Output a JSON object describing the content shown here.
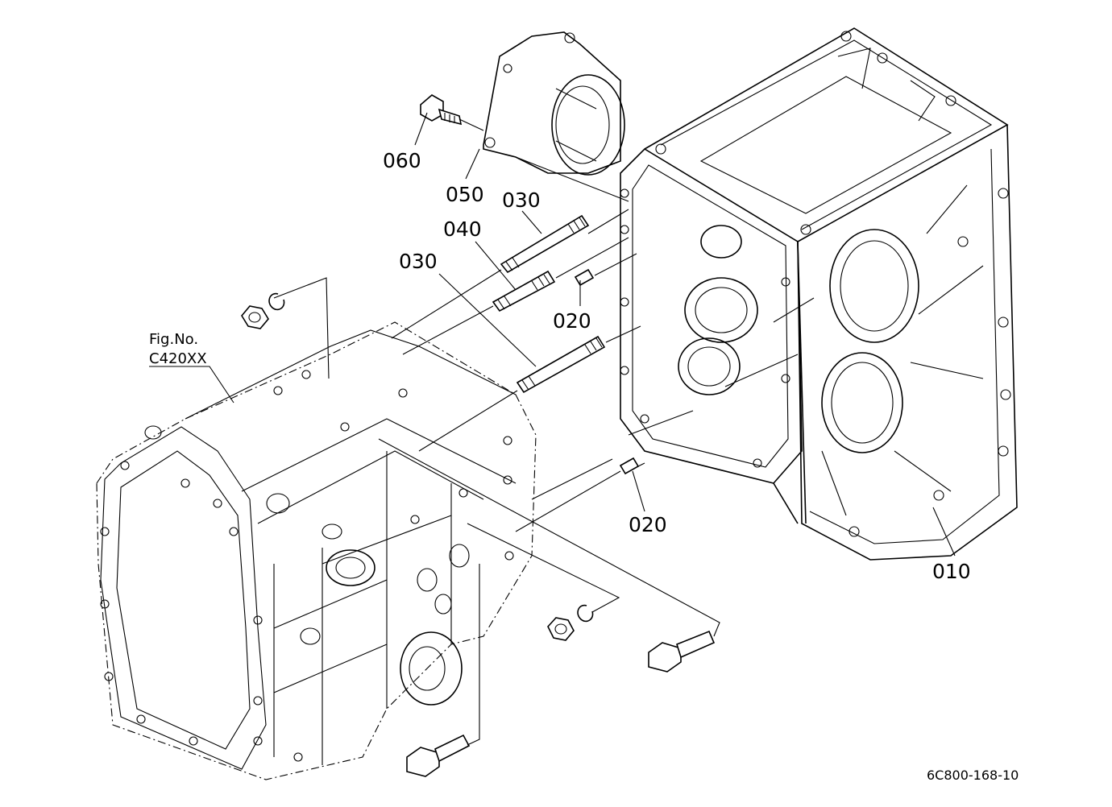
{
  "reference": {
    "line1": "Fig.No.",
    "line2": "C420XX"
  },
  "callouts": {
    "p010": "010",
    "p020_upper": "020",
    "p020_lower": "020",
    "p030_upper": "030",
    "p030_lower": "030",
    "p040": "040",
    "p050": "050",
    "p060": "060"
  },
  "diagram_code": "6C800-168-10"
}
